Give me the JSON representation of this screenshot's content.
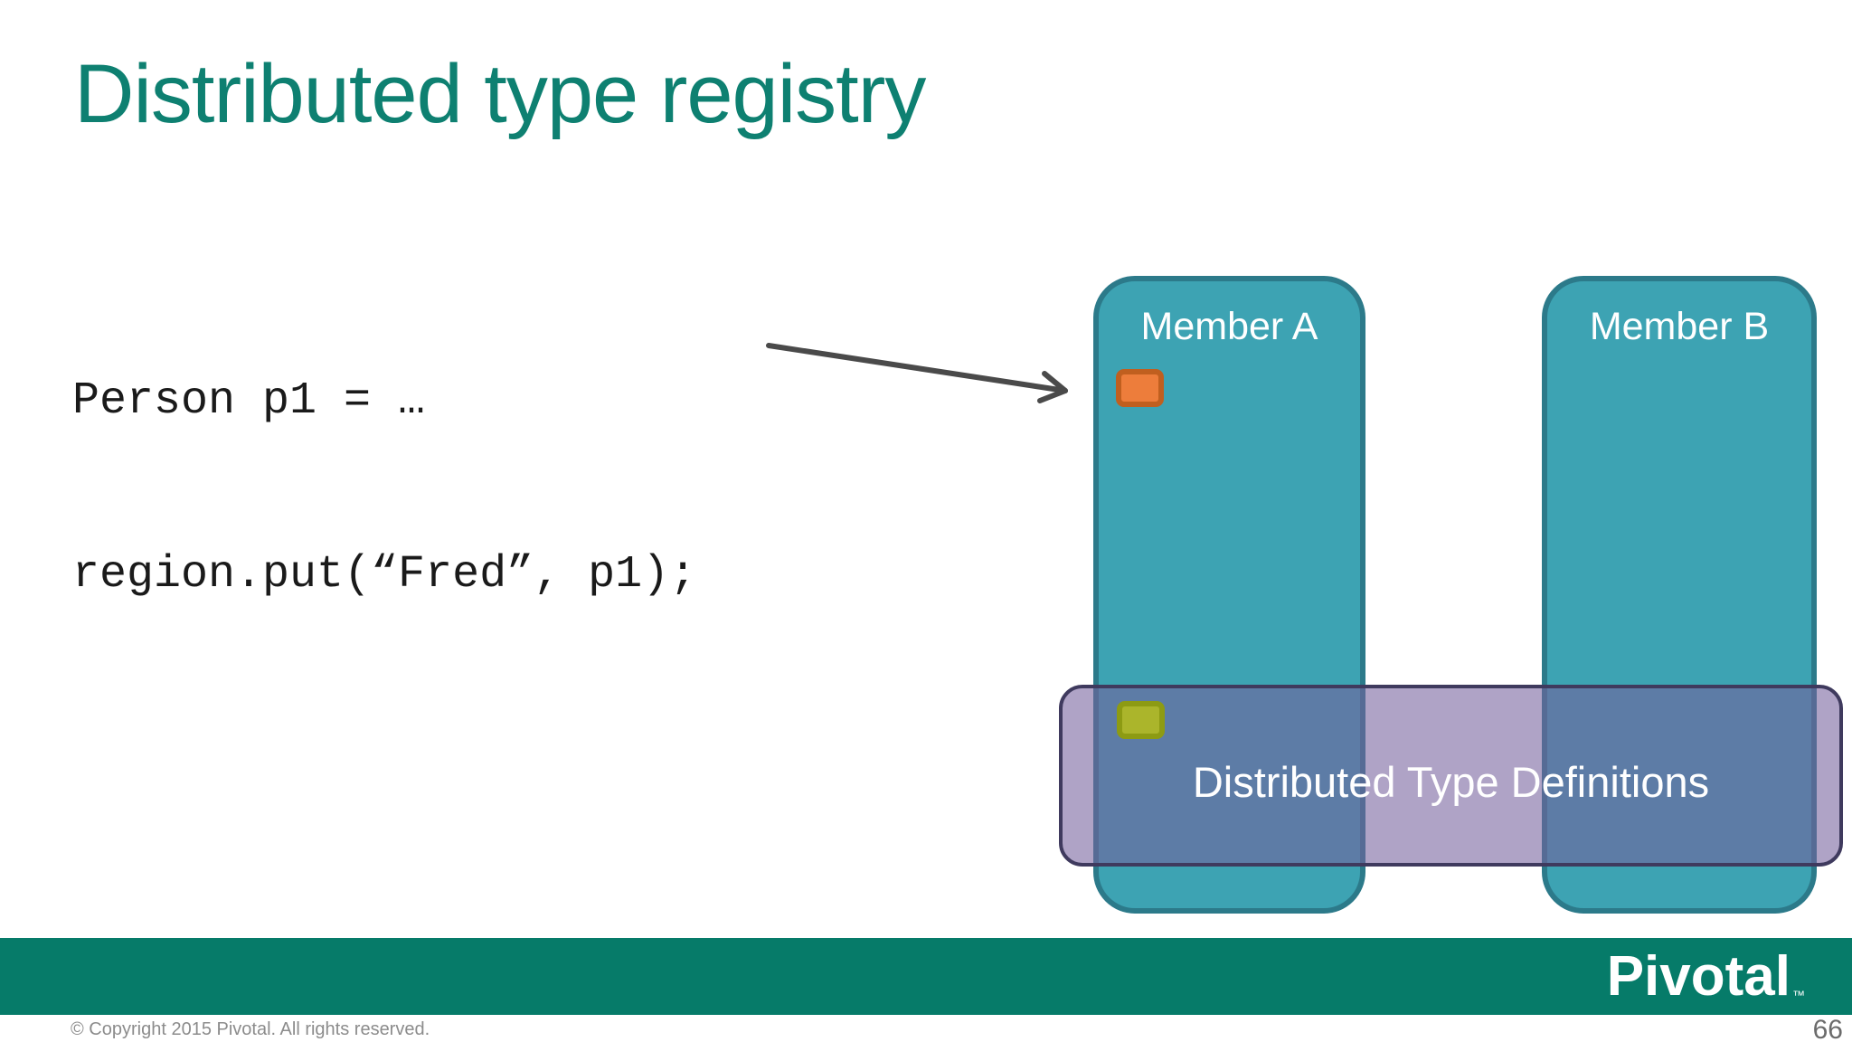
{
  "slide": {
    "title": "Distributed type registry",
    "code": {
      "line1": "Person p1 = …",
      "line2": "region.put(“Fred”, p1);"
    },
    "diagram": {
      "member_a_label": "Member A",
      "member_b_label": "Member B",
      "band_label": "Distributed Type Definitions"
    },
    "footer": {
      "logo_text": "Pivotal",
      "trademark": "™",
      "copyright": "© Copyright 2015 Pivotal. All rights reserved.",
      "page_number": "66"
    },
    "colors": {
      "title_teal": "#0E8071",
      "member_fill": "#3DA3B3",
      "member_border": "#2C7A8A",
      "band_fill": "rgba(118, 97, 156, 0.58)",
      "band_border": "#3F3A5E",
      "orange_fill": "#ED7D3B",
      "orange_border": "#C05F1F",
      "yellow_fill": "#ABB52B",
      "yellow_border": "#8D9B13",
      "footer_bar": "#067B69",
      "arrow_gray": "#4A4A4A",
      "code_black": "#1A1A1A",
      "muted_gray": "#8C8C8C"
    }
  }
}
